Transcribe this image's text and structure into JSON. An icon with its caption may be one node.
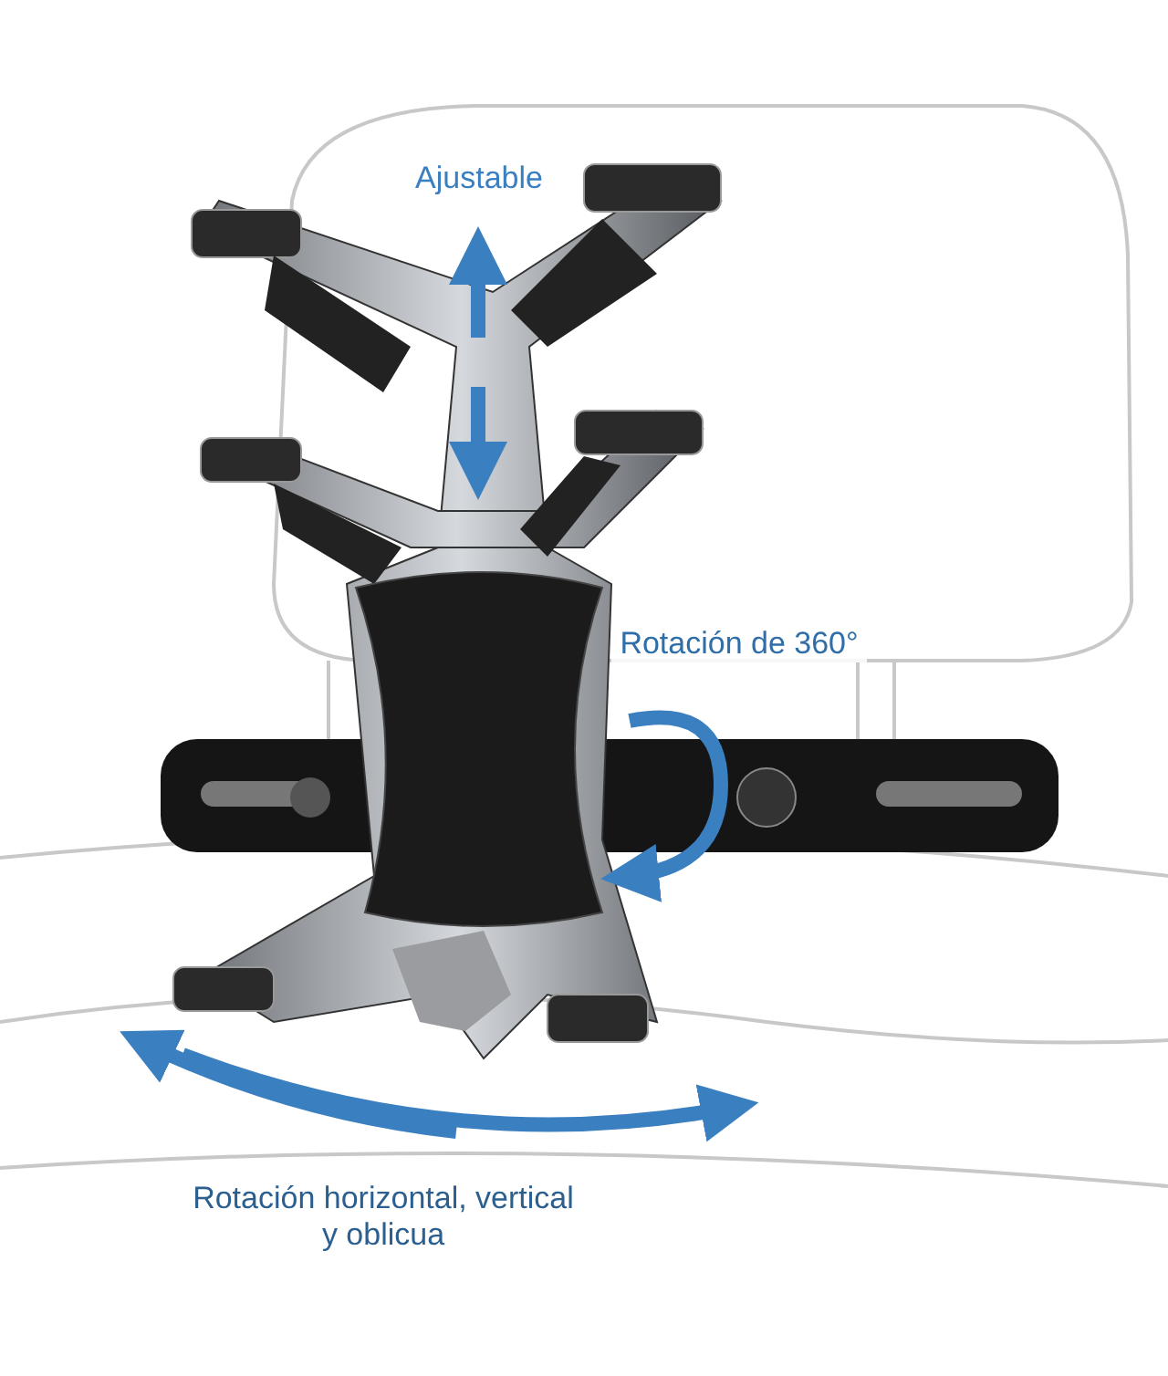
{
  "diagram": {
    "labels": [
      "Ajustable",
      "Rotación de 360°",
      "Rotación horizontal, vertical y oblicua"
    ]
  }
}
